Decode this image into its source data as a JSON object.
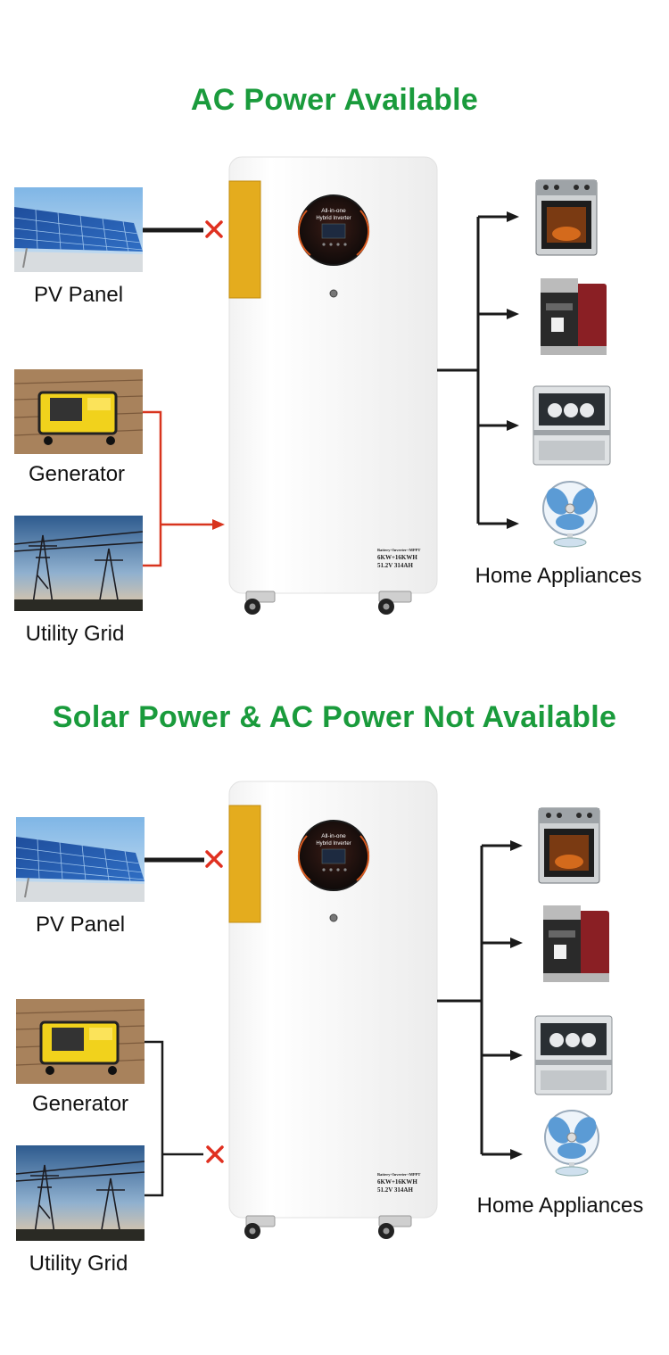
{
  "colors": {
    "heading": "#1a9b3c",
    "ac_line": "#d8341e",
    "line": "#1a1a1a",
    "cross": "#e03020",
    "yellow_panel": "#e4ac1e"
  },
  "device": {
    "display_line1": "All-in-one",
    "display_line2": "Hybrid Inverter",
    "label_line1": "Battery+Inverter+MPPT",
    "label_line2": "6KW+16KWH",
    "label_line3": "51.2V 314AH"
  },
  "panels": [
    {
      "title": "AC Power Available",
      "pv_label": "PV Panel",
      "generator_label": "Generator",
      "grid_label": "Utility Grid",
      "appliances_label": "Home Appliances"
    },
    {
      "title": "Solar Power & AC Power Not Available",
      "pv_label": "PV Panel",
      "generator_label": "Generator",
      "grid_label": "Utility Grid",
      "appliances_label": "Home Appliances"
    }
  ]
}
